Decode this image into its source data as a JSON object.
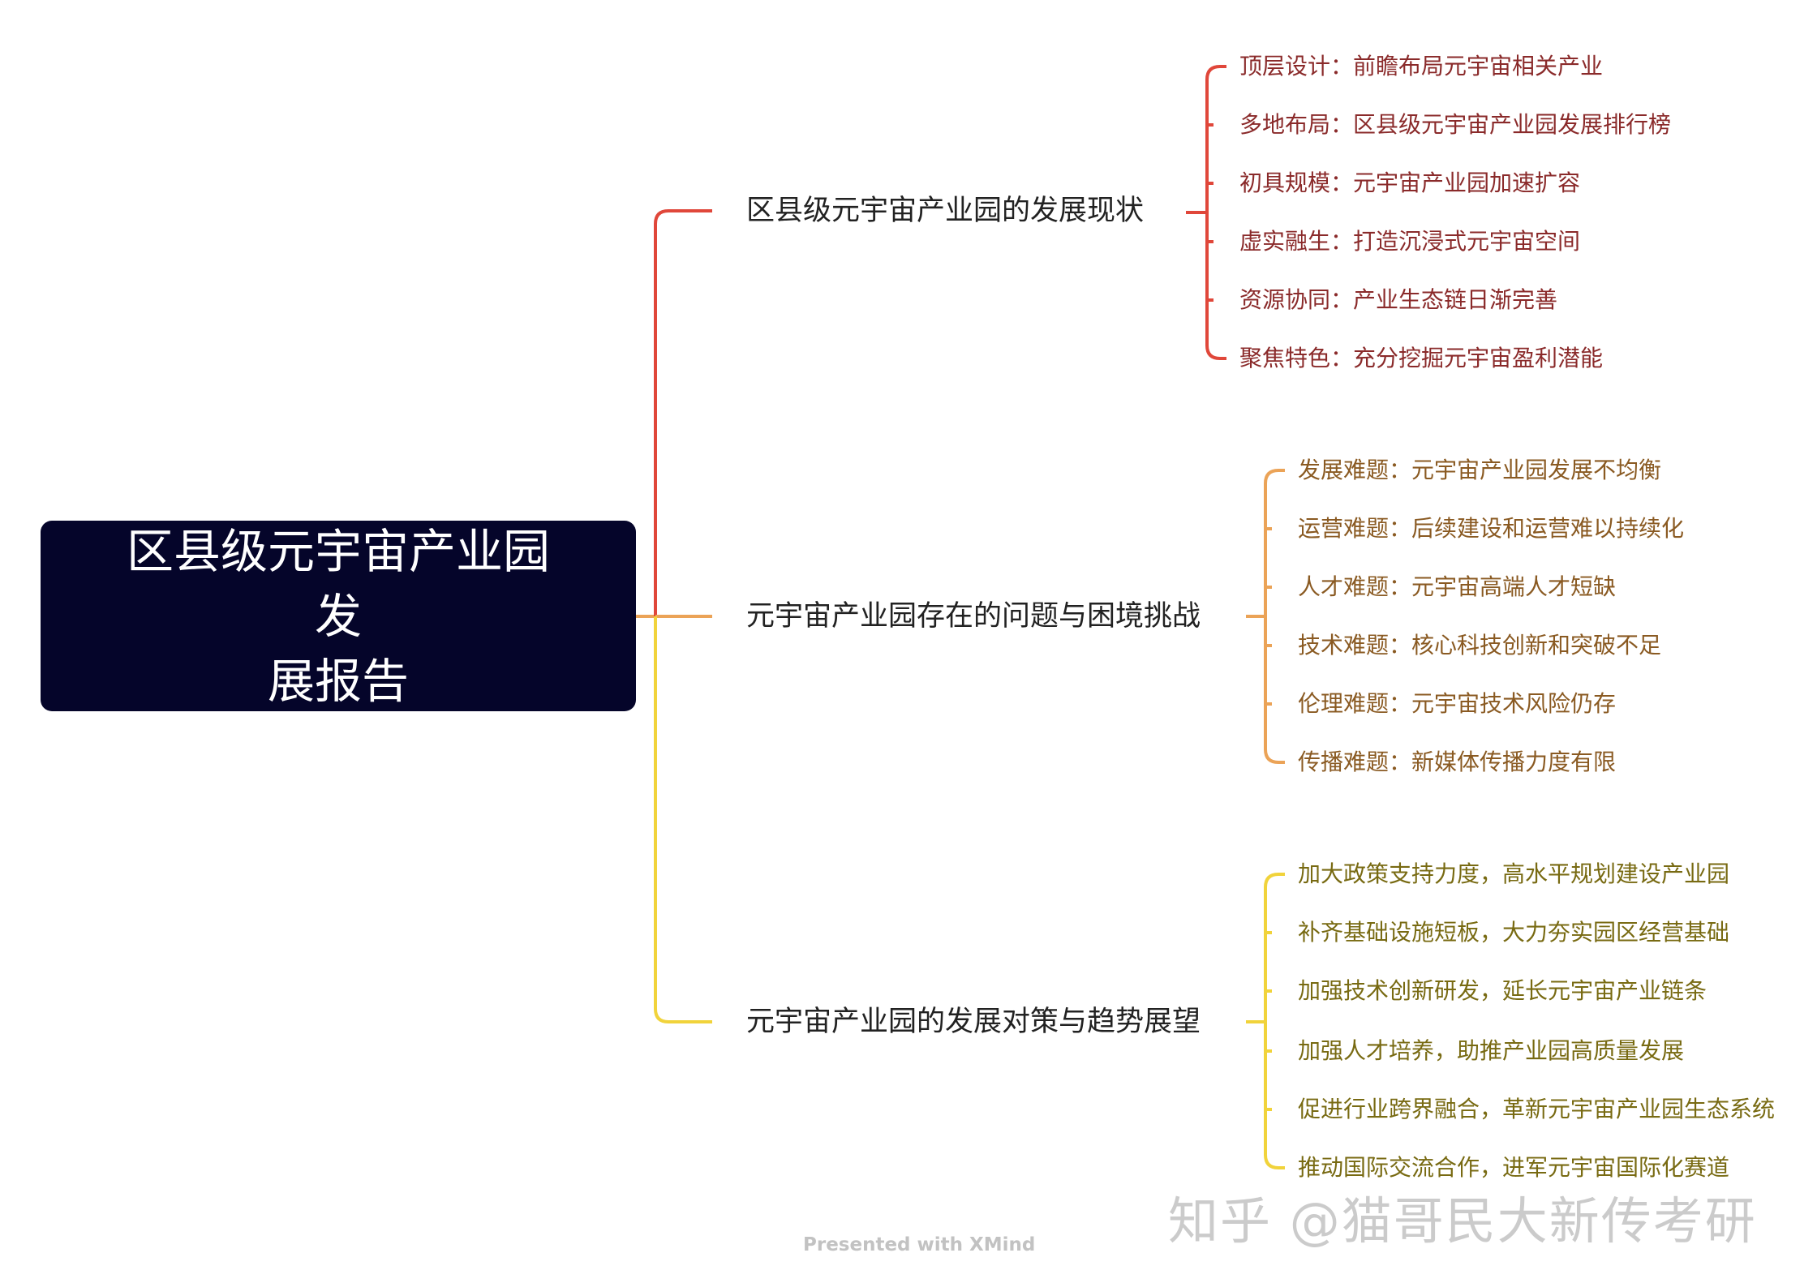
{
  "root": {
    "title_line1": "区县级元宇宙产业园发",
    "title_line2": "展报告"
  },
  "colors": {
    "root_bg": "#05052a",
    "branch_red": "#e0473a",
    "branch_orange": "#eba357",
    "branch_yellow": "#f1d33b"
  },
  "branches": [
    {
      "label": "区县级元宇宙产业园的发展现状",
      "leaves": [
        "顶层设计：前瞻布局元宇宙相关产业",
        "多地布局：区县级元宇宙产业园发展排行榜",
        "初具规模：元宇宙产业园加速扩容",
        "虚实融生：打造沉浸式元宇宙空间",
        "资源协同：产业生态链日渐完善",
        "聚焦特色：充分挖掘元宇宙盈利潜能"
      ]
    },
    {
      "label": "元宇宙产业园存在的问题与困境挑战",
      "leaves": [
        "发展难题：元宇宙产业园发展不均衡",
        "运营难题：后续建设和运营难以持续化",
        "人才难题：元宇宙高端人才短缺",
        "技术难题：核心科技创新和突破不足",
        "伦理难题：元宇宙技术风险仍存",
        "传播难题：新媒体传播力度有限"
      ]
    },
    {
      "label": "元宇宙产业园的发展对策与趋势展望",
      "leaves": [
        "加大政策支持力度，高水平规划建设产业园",
        "补齐基础设施短板，大力夯实园区经营基础",
        "加强技术创新研发，延长元宇宙产业链条",
        "加强人才培养，助推产业园高质量发展",
        "促进行业跨界融合，革新元宇宙产业园生态系统",
        "推动国际交流合作，进军元宇宙国际化赛道"
      ]
    }
  ],
  "footer": "Presented with XMind",
  "watermark": "知乎 @猫哥民大新传考研"
}
